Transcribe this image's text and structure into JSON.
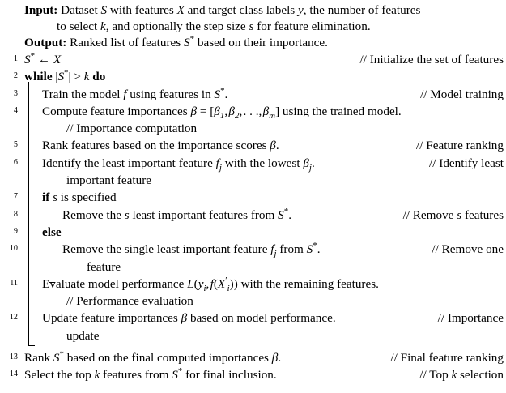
{
  "algorithm": {
    "header": {
      "input_label": "Input:",
      "input_text": "Dataset S with features X and target class labels y, the number of features",
      "input_text_cont": "to select k, and optionally the step size s for feature elimination.",
      "output_label": "Output:",
      "output_text": "Ranked list of features S* based on their importance."
    },
    "lines": [
      {
        "no": "1",
        "indent": 0,
        "statement": "S* ← X",
        "comment": "// Initialize the set of features"
      },
      {
        "no": "2",
        "indent": 0,
        "statement": "while |S*| > k do",
        "comment": ""
      },
      {
        "no": "3",
        "indent": 1,
        "statement": "Train the model f using features in S*.",
        "comment": "// Model training"
      },
      {
        "no": "4",
        "indent": 1,
        "statement": "Compute feature importances β = [β1, β2, . . . , βm] using the trained model.",
        "comment": "",
        "continuation": "// Importance computation"
      },
      {
        "no": "5",
        "indent": 1,
        "statement": "Rank features based on the importance scores β.",
        "comment": "// Feature ranking"
      },
      {
        "no": "6",
        "indent": 1,
        "statement": "Identify the least important feature fj with the lowest βj.",
        "comment": "// Identify least",
        "continuation": "important feature"
      },
      {
        "no": "7",
        "indent": 1,
        "statement": "if s is specified",
        "comment": ""
      },
      {
        "no": "8",
        "indent": 2,
        "statement": "Remove the s least important features from S*.",
        "comment": "// Remove s features"
      },
      {
        "no": "9",
        "indent": 1,
        "statement": "else",
        "comment": ""
      },
      {
        "no": "10",
        "indent": 2,
        "statement": "Remove the single least important feature fj from S*.",
        "comment": "// Remove one",
        "continuation": "feature"
      },
      {
        "no": "11",
        "indent": 1,
        "statement": "Evaluate model performance L(yi, f(X′i)) with the remaining features.",
        "comment": "",
        "continuation": "// Performance evaluation"
      },
      {
        "no": "12",
        "indent": 1,
        "statement": "Update feature importances β based on model performance.",
        "comment": "// Importance",
        "continuation": "update"
      },
      {
        "no": "13",
        "indent": 0,
        "statement": "Rank S* based on the final computed importances β.",
        "comment": "// Final feature ranking"
      },
      {
        "no": "14",
        "indent": 0,
        "statement": "Select the top k features from S* for final inclusion.",
        "comment": "// Top k selection"
      }
    ],
    "symbols": {
      "set_S": "S",
      "star": "*",
      "features_X": "X",
      "labels_y": "y",
      "select_k": "k",
      "step_s": "s",
      "model_f": "f",
      "beta": "β",
      "beta_m": "m",
      "index_j": "j",
      "index_i": "i",
      "arrow": "←",
      "gt": ">",
      "abs": "|",
      "eq": "=",
      "lbrack": "[",
      "rbrack": "]",
      "ellipsis": ". . .",
      "prime": "′"
    },
    "keywords": {
      "while": "while",
      "do": "do",
      "if": "if",
      "else": "else"
    },
    "words": {
      "input_dataset": "Dataset",
      "w_with_features": "with features",
      "w_and_target": "and target class labels",
      "w_number_of_features": ", the number of features",
      "w_to_select": "to select",
      "w_and_optionally": ", and optionally the step size",
      "w_for_feature_elim": "for feature elimination.",
      "w_ranked_list": "Ranked list of features",
      "w_based_importance": "based on their importance.",
      "w_train_model": "Train the model",
      "w_using_features_in": "using features in",
      "w_period": ".",
      "w_compute_imp": "Compute feature importances",
      "w_using_trained": "using the trained model.",
      "w_rank_features": "Rank features based on the importance scores",
      "w_identify": "Identify the least important feature",
      "w_with_lowest": "with the lowest",
      "w_important_feature": "important feature",
      "w_is_specified": "is specified",
      "w_remove_the": "Remove the",
      "w_least_imp_features_from": "least important features from",
      "w_remove_single": "Remove the single least important feature",
      "w_from": "from",
      "w_feature": "feature",
      "w_evaluate": "Evaluate model performance",
      "w_with_remaining": "with the remaining features.",
      "w_update_imp": "Update feature importances",
      "w_based_on_model_perf": "based on model performance.",
      "w_update": "update",
      "w_rank": "Rank",
      "w_based_final": "based on the final computed importances",
      "w_select_top": "Select the top",
      "w_features_from": "features from",
      "w_for_final_inclusion": "for final inclusion."
    },
    "comments": {
      "c1": "// Initialize the set of features",
      "c3": "// Model training",
      "c4": "// Importance computation",
      "c5": "// Feature ranking",
      "c6": "// Identify least",
      "c8a": "// Remove",
      "c8b": "features",
      "c10": "// Remove one",
      "c11": "// Performance evaluation",
      "c12": "// Importance",
      "c13": "// Final feature ranking",
      "c14a": "// Top",
      "c14b": "selection"
    },
    "colors": {
      "text": "#000000",
      "background": "#ffffff",
      "rule": "#000000"
    }
  }
}
